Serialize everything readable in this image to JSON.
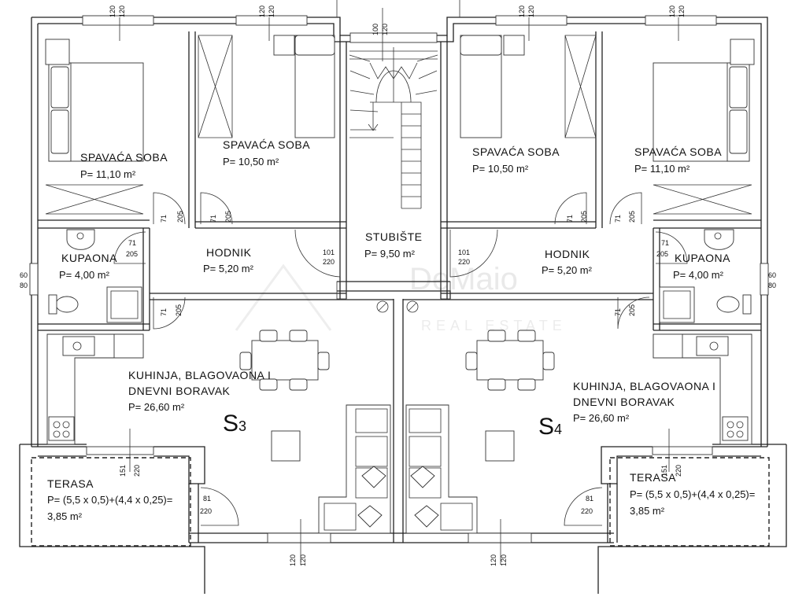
{
  "watermark": {
    "brand": "DeMaio",
    "sub": "REAL ESTATE"
  },
  "units": [
    {
      "label": "S",
      "sub": "3"
    },
    {
      "label": "S",
      "sub": "4"
    }
  ],
  "rooms": {
    "bed_left_outer": {
      "name": "SPAVAĆA SOBA",
      "area": "P= 11,10 m²"
    },
    "bed_left_inner": {
      "name": "SPAVAĆA SOBA",
      "area": "P= 10,50 m²"
    },
    "bed_right_inner": {
      "name": "SPAVAĆA SOBA",
      "area": "P= 10,50 m²"
    },
    "bed_right_outer": {
      "name": "SPAVAĆA SOBA",
      "area": "P= 11,10 m²"
    },
    "stair": {
      "name": "STUBIŠTE",
      "area": "P= 9,50 m²"
    },
    "hall_left": {
      "name": "HODNIK",
      "area": "P= 5,20 m²"
    },
    "hall_right": {
      "name": "HODNIK",
      "area": "P= 5,20 m²"
    },
    "bath_left": {
      "name": "KUPAONA",
      "area": "P= 4,00 m²"
    },
    "bath_right": {
      "name": "KUPAONA",
      "area": "P= 4,00 m²"
    },
    "living_left": {
      "line1": "KUHINJA, BLAGOVAONA I",
      "line2": "DNEVNI BORAVAK",
      "area": "P= 26,60 m²"
    },
    "living_right": {
      "line1": "KUHINJA, BLAGOVAONA I",
      "line2": "DNEVNI BORAVAK",
      "area": "P= 26,60 m²"
    },
    "terrace_left": {
      "name": "TERASA",
      "formula": "P= (5,5 x 0,5)+(4,4 x 0,25)=",
      "area": "3,85 m²"
    },
    "terrace_right": {
      "name": "TERASA",
      "formula": "P= (5,5 x 0,5)+(4,4 x 0,25)=",
      "area": "3,85 m²"
    }
  },
  "dims": {
    "win_top": [
      "120",
      "120"
    ],
    "win_stair": [
      "100",
      "120"
    ],
    "door_71": "71",
    "door_205": "205",
    "door_101": "101",
    "door_220": "220",
    "side_win": [
      "60",
      "80"
    ],
    "terr_door": [
      "151",
      "220"
    ],
    "terr_door2": [
      "81",
      "220"
    ],
    "win_bottom": [
      "120",
      "120"
    ]
  }
}
